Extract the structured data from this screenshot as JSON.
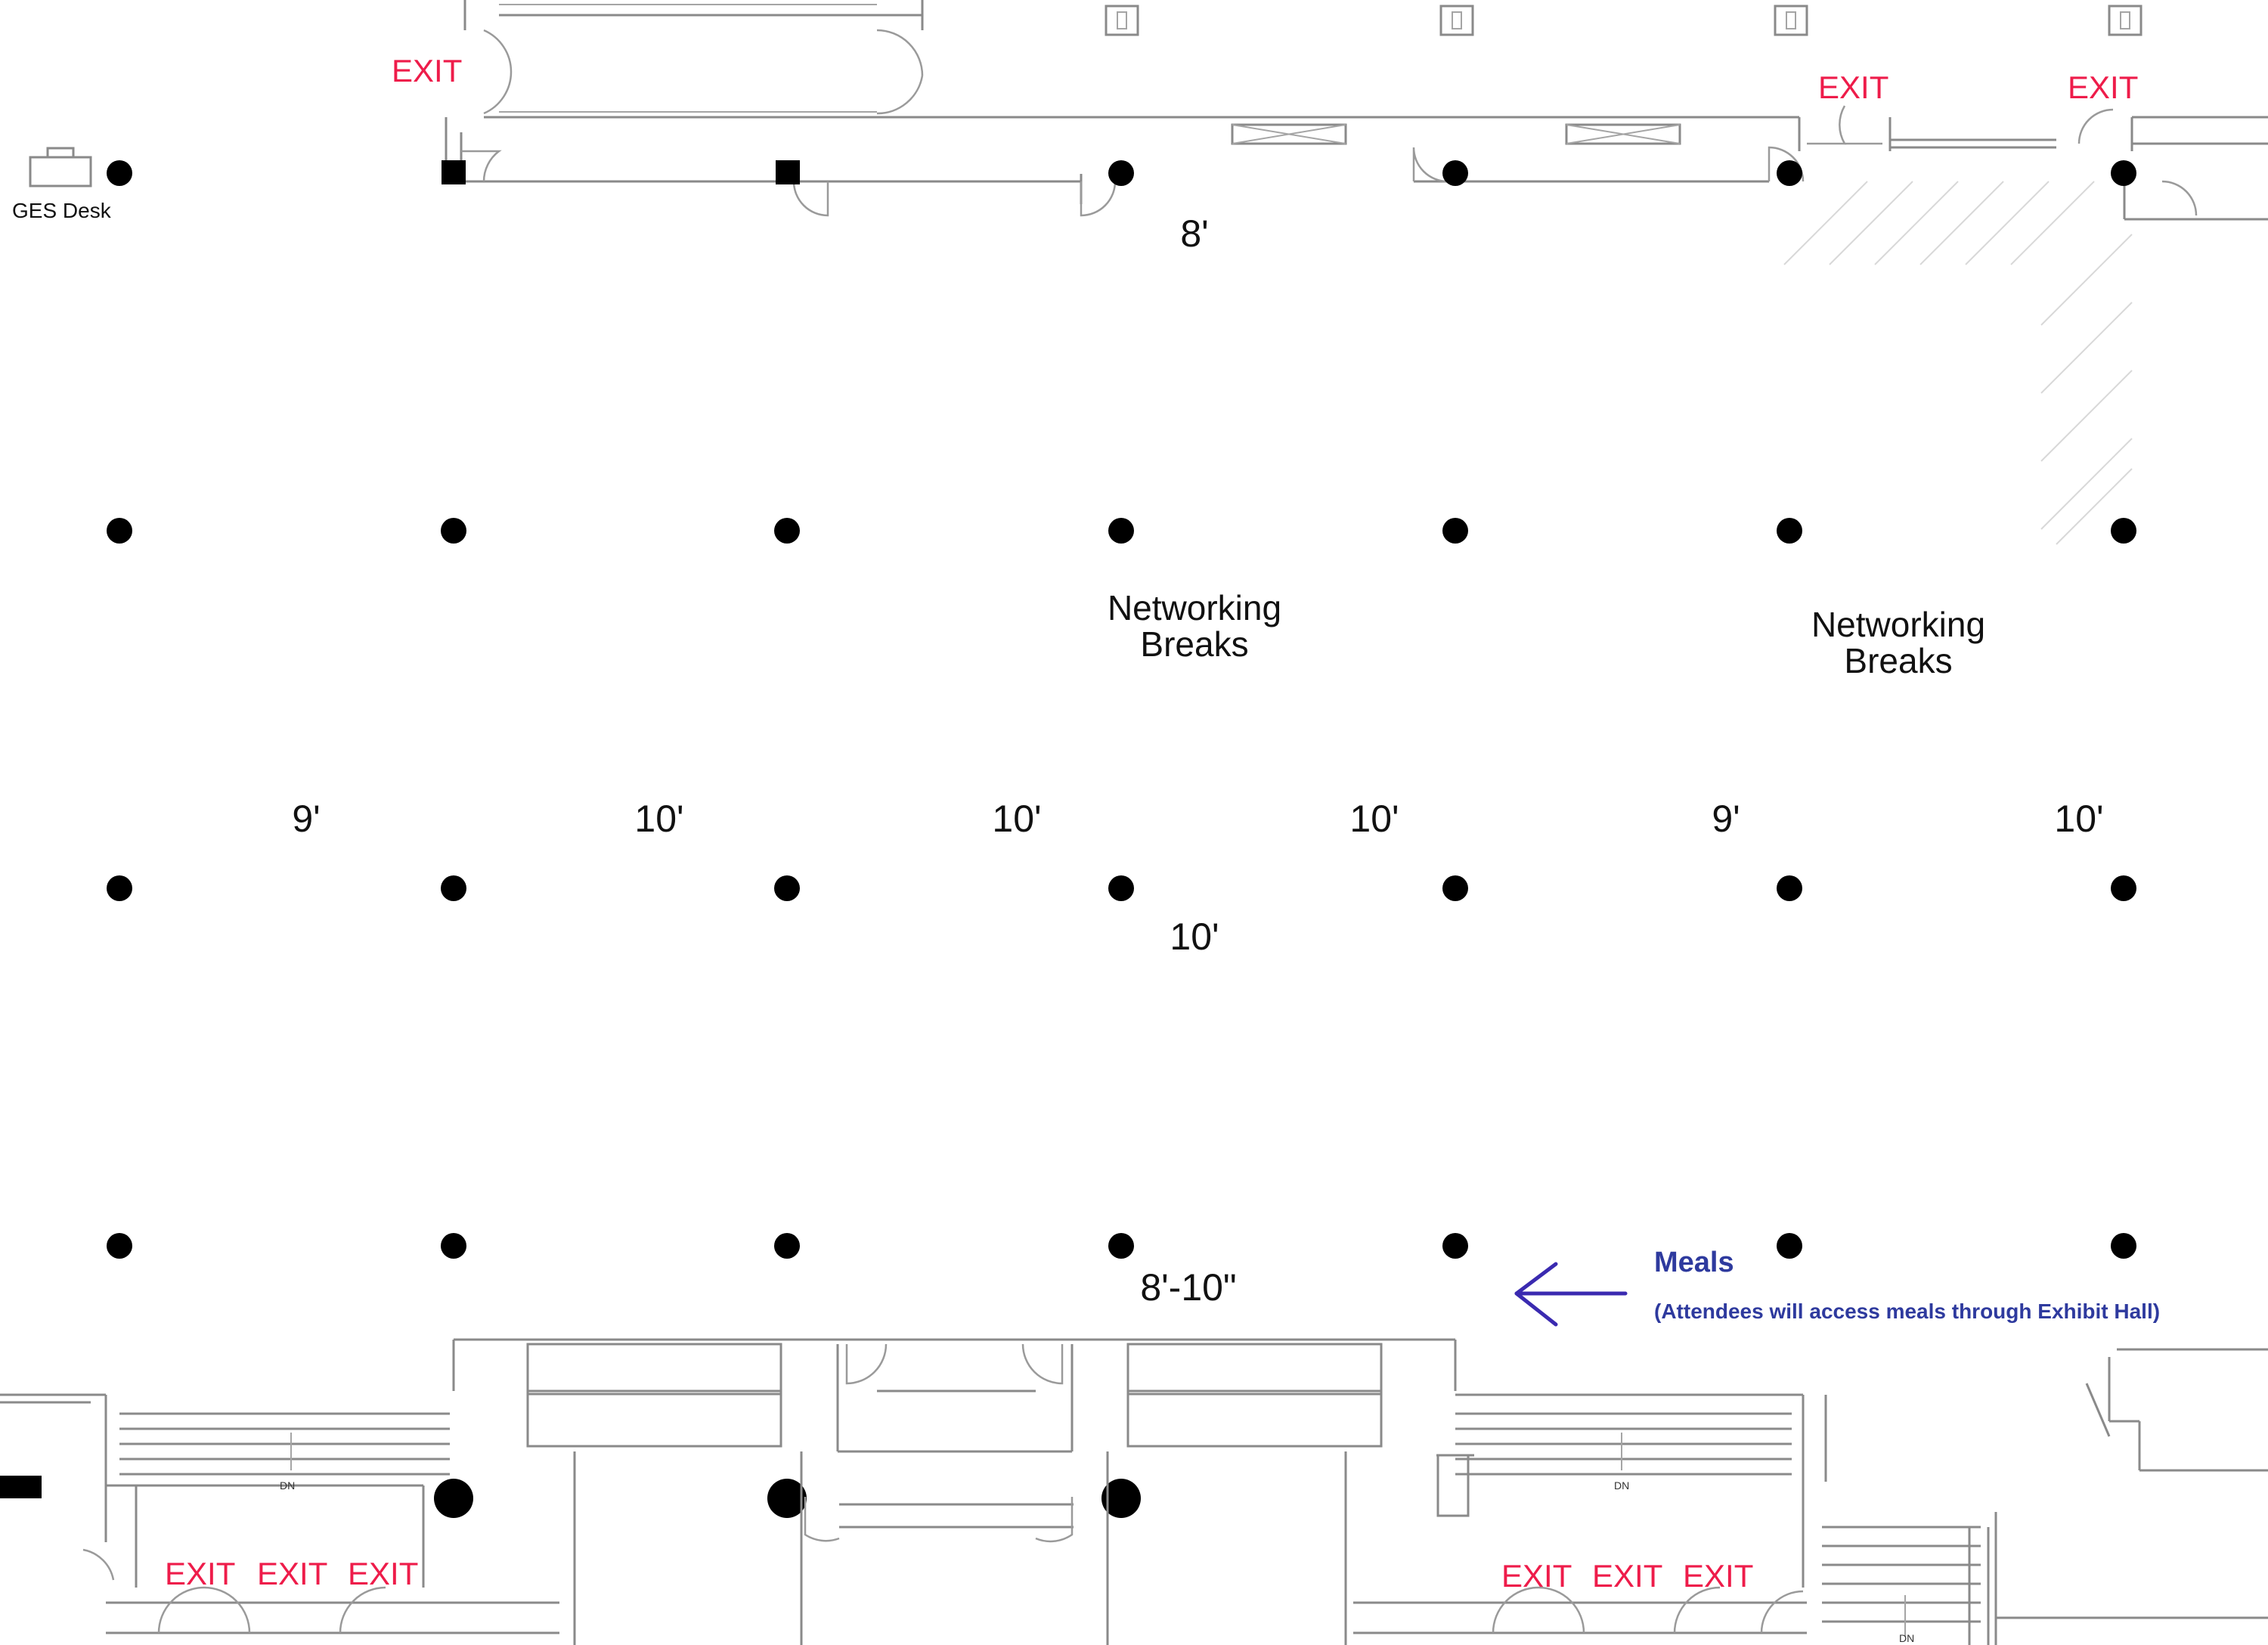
{
  "ges_desk": "GES Desk",
  "exit_labels": {
    "top_left": "EXIT",
    "top_right_1": "EXIT",
    "top_right_2": "EXIT",
    "bottom_left_1": "EXIT",
    "bottom_left_2": "EXIT",
    "bottom_left_3": "EXIT",
    "bottom_right_1": "EXIT",
    "bottom_right_2": "EXIT",
    "bottom_right_3": "EXIT"
  },
  "zones": {
    "networking_1": {
      "line1": "Networking",
      "line2": "Breaks"
    },
    "networking_2": {
      "line1": "Networking",
      "line2": "Breaks"
    }
  },
  "dimensions": {
    "top": "8'",
    "col_1": "9'",
    "col_2": "10'",
    "col_3": "10'",
    "col_4": "10'",
    "col_5": "9'",
    "col_6": "10'",
    "middle": "10'",
    "bottom": "8'-10\""
  },
  "stair_labels": {
    "left": "DN",
    "right": "DN",
    "bottom": "DN"
  },
  "meals": {
    "title": "Meals",
    "note": "(Attendees will access meals through Exhibit Hall)",
    "color": "#2e3a9e",
    "arrow_color": "#3a2ab0"
  },
  "exit_color": "#ee1c4a"
}
